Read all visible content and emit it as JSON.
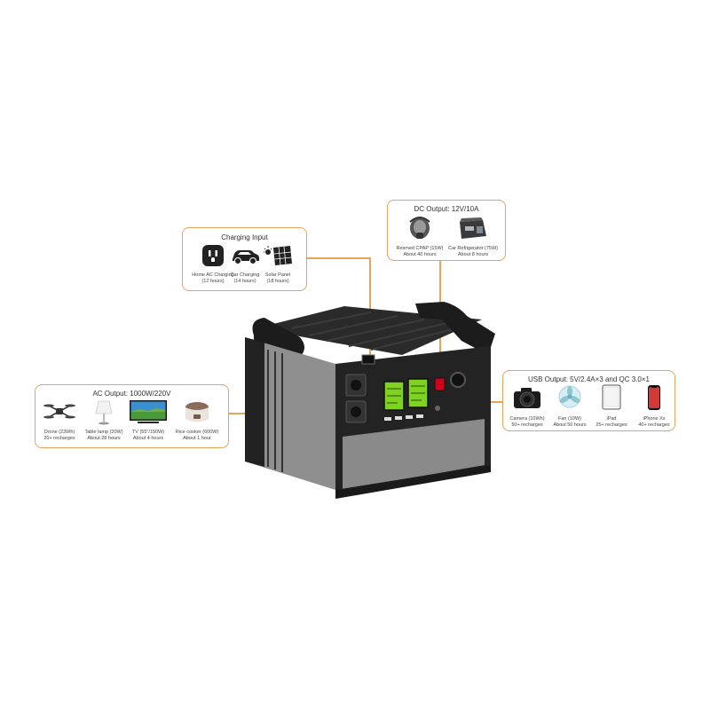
{
  "charging_input": {
    "title": "Charging Input",
    "items": [
      {
        "icon": "outlet-icon",
        "name": "Home AC Charging",
        "detail": "(12 hours)"
      },
      {
        "icon": "car-icon",
        "name": "Car Charging",
        "detail": "(14 hours)"
      },
      {
        "icon": "solar-panel-icon",
        "name": "Solar Panel",
        "detail": "(18 hours)"
      }
    ]
  },
  "dc_output": {
    "title": "DC Output: 12V/10A",
    "items": [
      {
        "icon": "cpap-mask-icon",
        "name": "Resmed CPAP (15W)",
        "detail": "About 40 hours"
      },
      {
        "icon": "car-refrigerator-icon",
        "name": "Car Refrigerator (75W)",
        "detail": "About 8 hours"
      }
    ]
  },
  "ac_output": {
    "title": "AC Output:  1000W/220V",
    "items": [
      {
        "icon": "drone-icon",
        "name": "Drone (23Wh)",
        "detail": "20+ recharges"
      },
      {
        "icon": "table-lamp-icon",
        "name": "Table lamp (20W)",
        "detail": "About 28 hours"
      },
      {
        "icon": "tv-icon",
        "name": "TV (55\"/150W)",
        "detail": "About 4 hours"
      },
      {
        "icon": "rice-cooker-icon",
        "name": "Rice cooker (600W)",
        "detail": "About 1 hour"
      }
    ]
  },
  "usb_output": {
    "title": "USB Output: 5V/2.4A×3 and QC 3.0×1",
    "items": [
      {
        "icon": "camera-icon",
        "name": "Camera (10Wh)",
        "detail": "50+ recharges"
      },
      {
        "icon": "fan-icon",
        "name": "Fan (10W)",
        "detail": "About 50 hours"
      },
      {
        "icon": "ipad-icon",
        "name": "iPad",
        "detail": "25+ recharges"
      },
      {
        "icon": "iphone-icon",
        "name": "iPhone Xs",
        "detail": "40+ recharges"
      }
    ]
  },
  "colors": {
    "accent": "#e8a25a",
    "lcd": "#7ed321",
    "body": "#2b2b2b",
    "side": "#8a8a8a"
  }
}
